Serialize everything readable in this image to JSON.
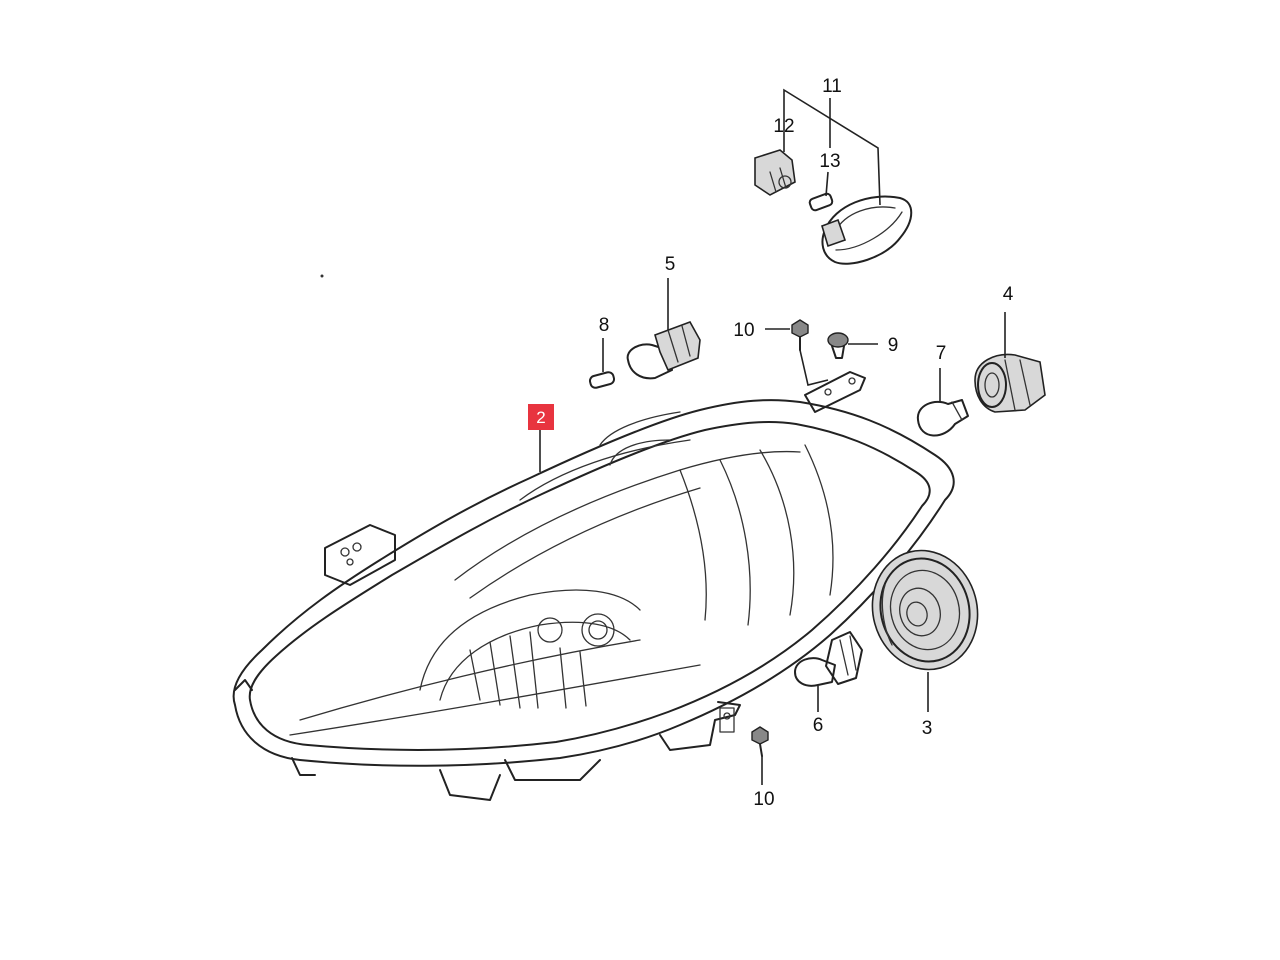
{
  "diagram": {
    "highlighted_part": "2",
    "highlight_color": "#e8343f",
    "labels": {
      "p2": "2",
      "p3": "3",
      "p4": "4",
      "p5": "5",
      "p6": "6",
      "p7": "7",
      "p8": "8",
      "p9": "9",
      "p10a": "10",
      "p10b": "10",
      "p11": "11",
      "p12": "12",
      "p13": "13"
    }
  }
}
